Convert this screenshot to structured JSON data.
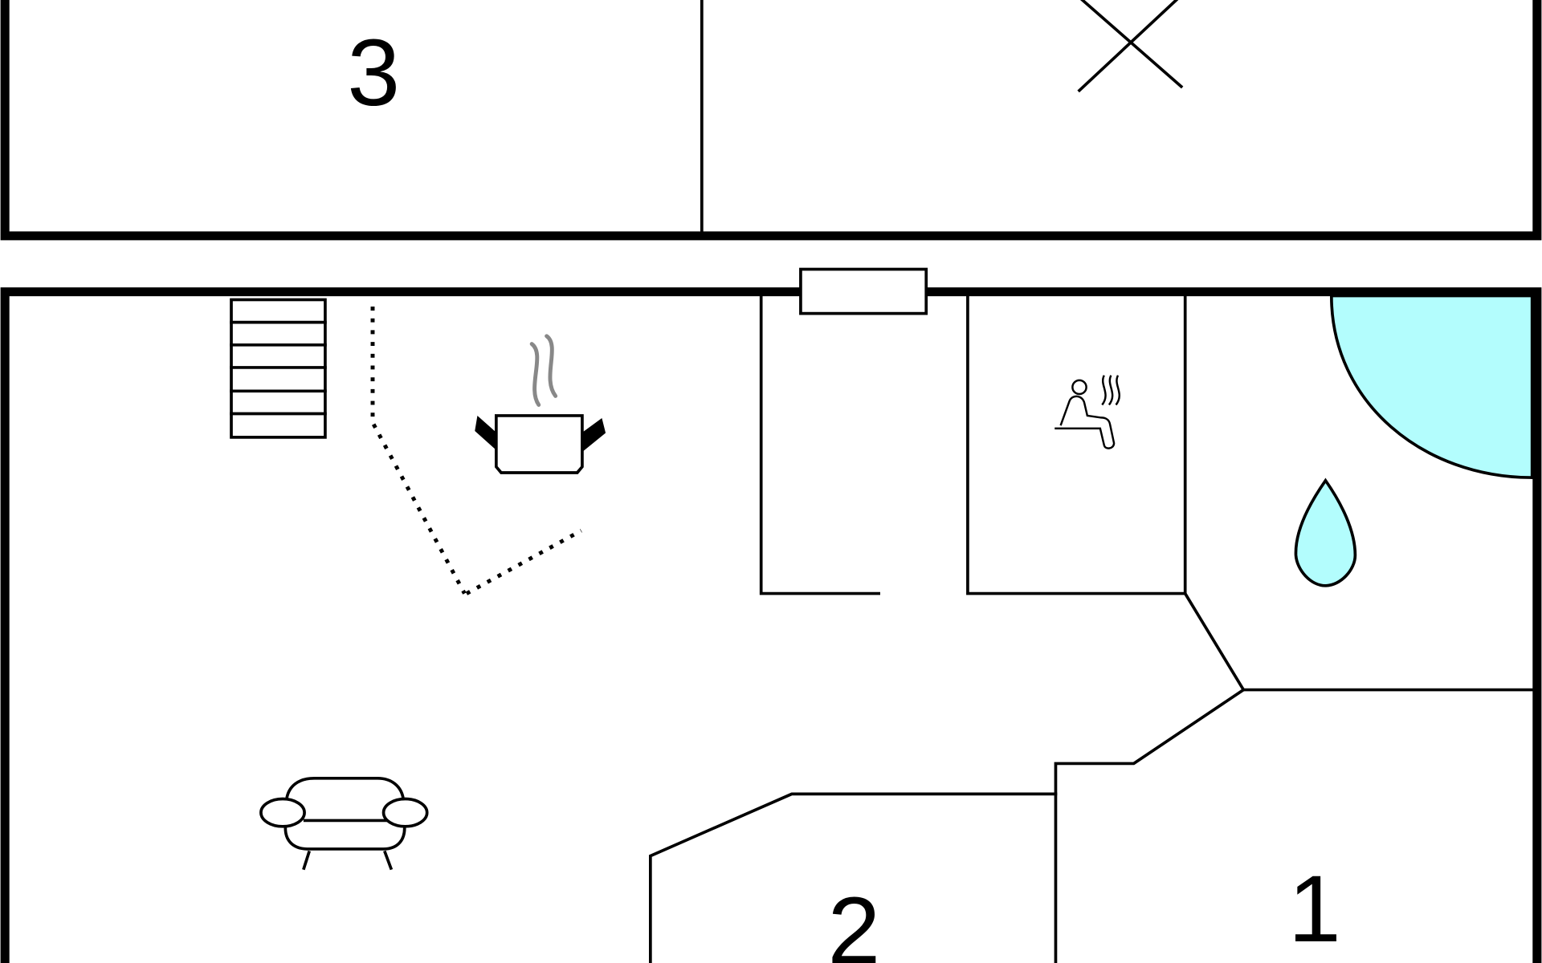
{
  "floorplan": {
    "rooms": [
      {
        "label": "3",
        "type": "bedroom"
      },
      {
        "label": "2",
        "type": "bedroom"
      },
      {
        "label": "1",
        "type": "bedroom"
      }
    ],
    "icons": [
      "stairs-icon",
      "cooking-pot-icon",
      "sauna-icon",
      "water-drop-icon",
      "armchair-icon",
      "cross-icon"
    ],
    "colors": {
      "wall": "#000000",
      "water": "#b3fdfd",
      "steam": "#888888"
    }
  }
}
